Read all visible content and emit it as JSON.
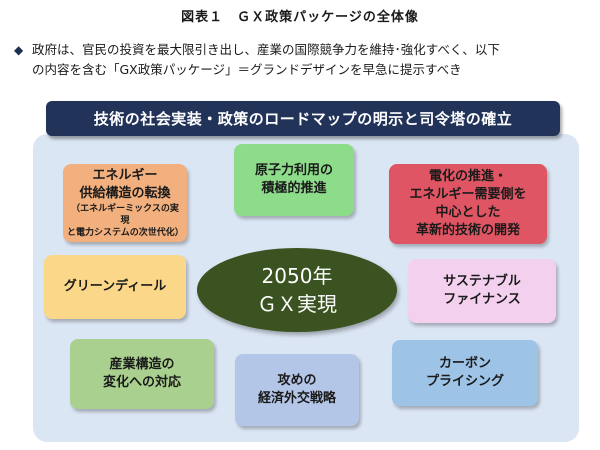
{
  "figure_title": "図表１　ＧＸ政策パッケージの全体像",
  "bullet": {
    "marker": "◆",
    "line1": "政府は、官民の投資を最大限引き出し、産業の国際競争力を維持･強化すべく、以下",
    "line2": "の内容を含む「GX政策パッケージ」＝グランドデザインを早急に提示すべき"
  },
  "banner": "技術の社会実装・政策のロードマップの明示と司令塔の確立",
  "center": {
    "line1": "2050年",
    "line2": "ＧＸ実現"
  },
  "boxes": {
    "energy": {
      "line1": "エネルギー",
      "line2": "供給構造の転換",
      "sub1": "（エネルギーミックスの実現",
      "sub2": "と電力システムの次世代化）"
    },
    "nuclear": {
      "line1": "原子力利用の",
      "line2": "積極的推進"
    },
    "electrification": {
      "line1": "電化の推進・",
      "line2": "エネルギー需要側を",
      "line3": "中心とした",
      "line4": "革新的技術の開発"
    },
    "green_deal": {
      "line1": "グリーンディール"
    },
    "sustainable_finance": {
      "line1": "サステナブル",
      "line2": "ファイナンス"
    },
    "industry": {
      "line1": "産業構造の",
      "line2": "変化への対応"
    },
    "diplomacy": {
      "line1": "攻めの",
      "line2": "経済外交戦略"
    },
    "carbon_pricing": {
      "line1": "カーボン",
      "line2": "プライシング"
    }
  },
  "colors": {
    "panel": "#dbe6f4",
    "banner": "#22335a",
    "center": "#3a5320",
    "energy": "#f2b07e",
    "nuclear": "#8ddc8a",
    "electrification": "#e05563",
    "green_deal": "#fbd78a",
    "sustainable_finance": "#f3d1ee",
    "industry": "#a9d08e",
    "diplomacy": "#b4c6e7",
    "carbon_pricing": "#9dc3e6"
  }
}
